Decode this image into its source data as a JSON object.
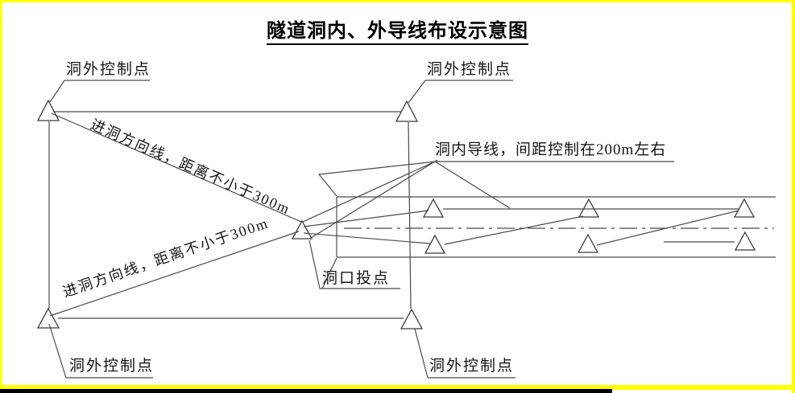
{
  "title": "隧道洞内、外导线布设示意图",
  "labels": {
    "control_point_top_left": "洞外控制点",
    "control_point_top_right": "洞外控制点",
    "control_point_bottom_left": "洞外控制点",
    "control_point_bottom_right": "洞外控制点",
    "inner_traverse_note": "洞内导线，间距控制在200m左右",
    "portal_projection_point": "洞口投点",
    "approach_line_upper": "进洞方向线，距离不小于300m",
    "approach_line_lower": "进洞方向线，距离不小于300m"
  },
  "colors": {
    "frame_border": "#ffff00",
    "line": "#4a4a4a",
    "text": "#161616",
    "background": "#ffffff"
  },
  "markers": {
    "triangle_count": 11,
    "meaning": "survey station / control point triangle symbols"
  }
}
